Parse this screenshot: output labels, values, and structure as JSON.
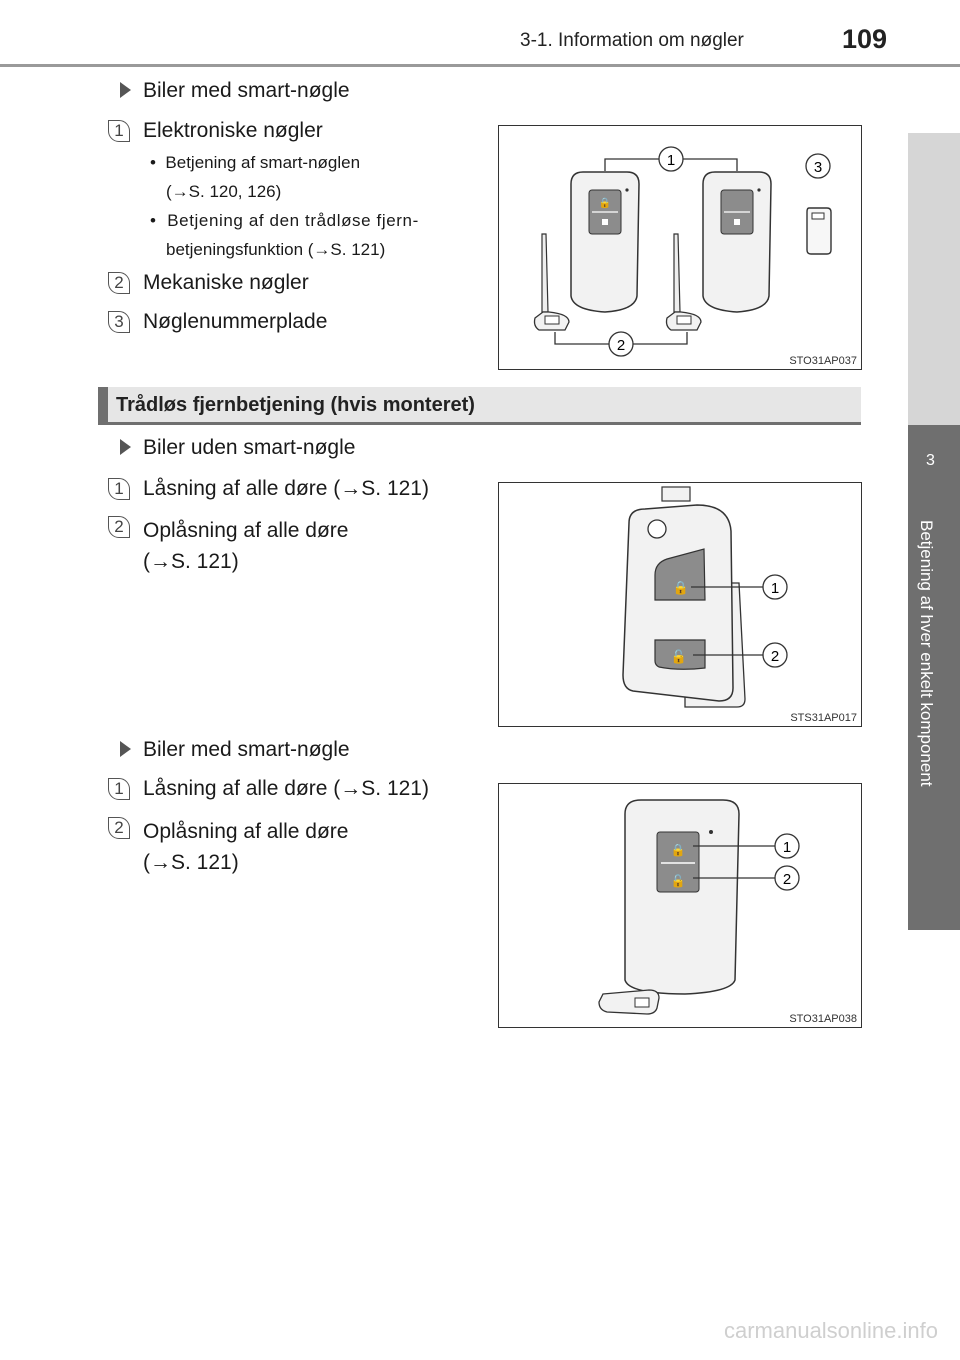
{
  "header": {
    "section_title": "3-1. Information om nøgler",
    "page_number": "109"
  },
  "side_tab": {
    "chapter_number": "3",
    "chapter_label": "Betjening af hver enkelt komponent"
  },
  "block1": {
    "heading": "Biler med smart-nøgle",
    "items": [
      {
        "num": "1",
        "text": "Elektroniske nøgler"
      },
      {
        "num": "2",
        "text": "Mekaniske nøgler"
      },
      {
        "num": "3",
        "text": "Nøglenummerplade"
      }
    ],
    "bullets": [
      {
        "line1": "Betjening af smart-nøglen",
        "line2": "(→S. 120, 126)"
      },
      {
        "line1": "Betjening af den trådløse fjern-",
        "line2": "betjeningsfunktion (→S. 121)"
      }
    ],
    "figure_code": "STO31AP037",
    "callouts": [
      "1",
      "2",
      "3"
    ]
  },
  "section": {
    "title": "Trådløs fjernbetjening (hvis monteret)"
  },
  "block2": {
    "heading": "Biler uden smart-nøgle",
    "items": [
      {
        "num": "1",
        "line1": "Låsning af alle døre (→S. 121)",
        "line2": ""
      },
      {
        "num": "2",
        "line1": "Oplåsning af alle døre",
        "line2": "(→S. 121)"
      }
    ],
    "figure_code": "STS31AP017",
    "callouts": [
      "1",
      "2"
    ]
  },
  "block3": {
    "heading": "Biler med smart-nøgle",
    "items": [
      {
        "num": "1",
        "line1": "Låsning af alle døre (→S. 121)",
        "line2": ""
      },
      {
        "num": "2",
        "line1": "Oplåsning af alle døre",
        "line2": "(→S. 121)"
      }
    ],
    "figure_code": "STO31AP038",
    "callouts": [
      "1",
      "2"
    ]
  },
  "footer": {
    "watermark": "carmanualsonline.info"
  },
  "colors": {
    "tab_dark": "#6f6f6f",
    "tab_light": "#d6d6d6",
    "section_bg": "#e6e6e6",
    "key_button": "#8c8c8c"
  }
}
